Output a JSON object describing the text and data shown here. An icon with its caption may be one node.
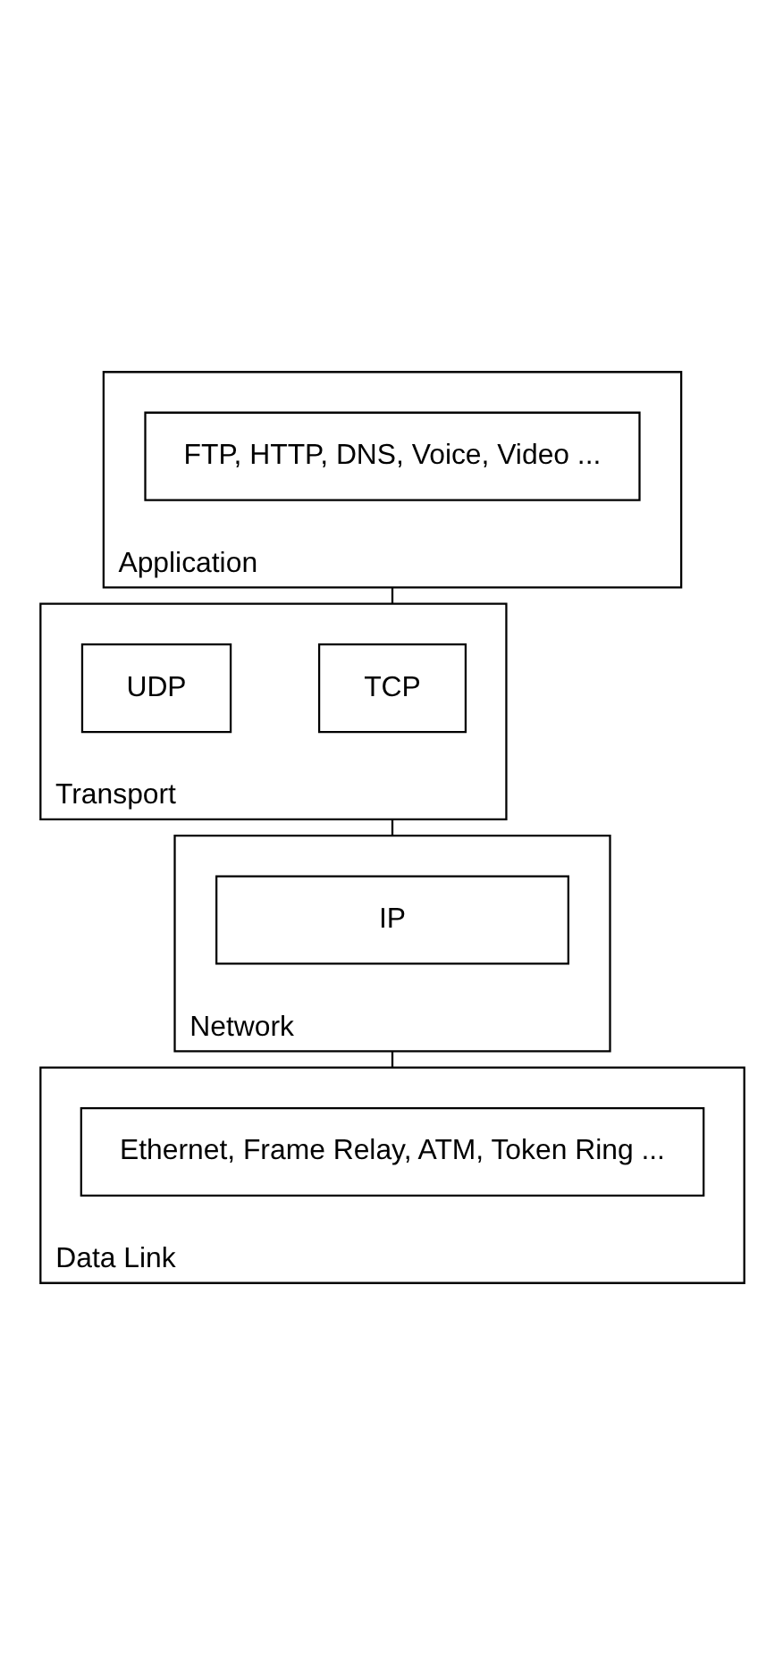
{
  "diagram": {
    "nodes": [
      {
        "text": [
          "Application"
        ]
      },
      {
        "text": [
          "FTP, HTTP, DNS, Voice, Video ..."
        ],
        "in": 0
      },
      {
        "text": [
          "Transport"
        ]
      },
      {
        "text": [
          "TCP"
        ],
        "in": 2
      },
      {
        "text": [
          "UDP"
        ],
        "in": 2
      },
      {
        "text": [
          "Network"
        ]
      },
      {
        "text": [
          "IP"
        ],
        "in": 5
      },
      {
        "text": [
          "Data Link"
        ]
      },
      {
        "text": [
          "Ethernet, Frame Relay, ATM, Token Ring ..."
        ],
        "in": 7
      }
    ],
    "edges": [
      {
        "from": 0,
        "to": 2,
        "arrow": "none"
      },
      {
        "from": 2,
        "to": 5,
        "arrow": "none"
      },
      {
        "from": 5,
        "to": 7,
        "arrow": "none"
      }
    ]
  }
}
